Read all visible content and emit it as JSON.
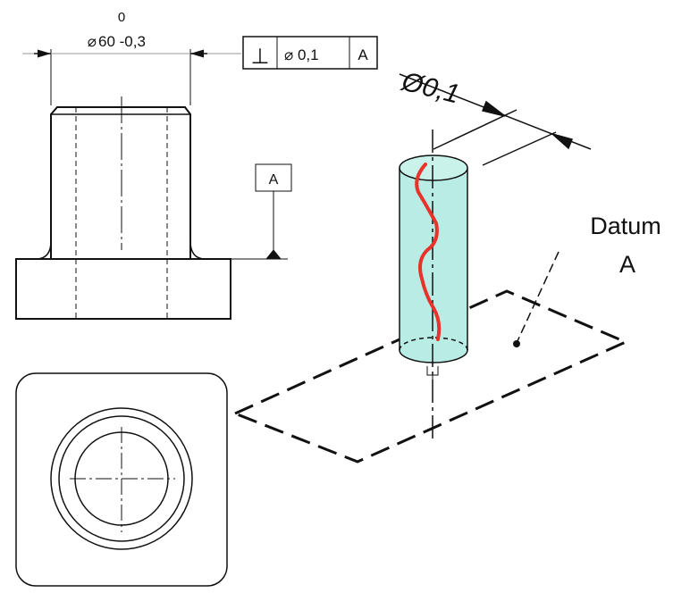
{
  "dimension": {
    "upper_tolerance": "0",
    "diameter_symbol": "⌀",
    "nominal_and_lower": "60 -0,3"
  },
  "feature_control_frame": {
    "symbol": "⊥",
    "tolerance": "⌀  0,1",
    "datum": "A"
  },
  "datum_label": "A",
  "tolerance_zone_label": "Ø0,1",
  "datum_plane_label": {
    "line1": "Datum",
    "line2": "A"
  },
  "colors": {
    "zone_fill": "#b9ece4",
    "deviation_line": "#e8322a"
  }
}
